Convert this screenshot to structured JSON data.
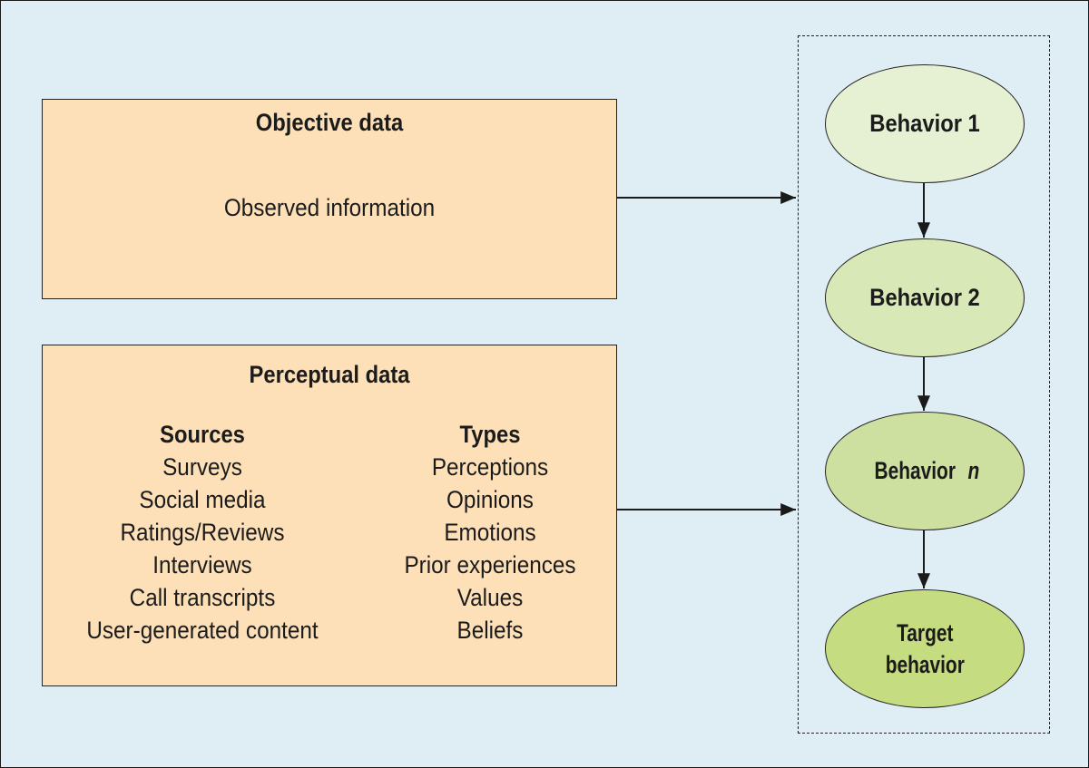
{
  "objective": {
    "title": "Objective data",
    "body": "Observed information"
  },
  "perceptual": {
    "title": "Perceptual data",
    "sources_header": "Sources",
    "sources": [
      "Surveys",
      "Social media",
      "Ratings/Reviews",
      "Interviews",
      "Call transcripts",
      "User-generated content"
    ],
    "types_header": "Types",
    "types": [
      "Perceptions",
      "Opinions",
      "Emotions",
      "Prior experiences",
      "Values",
      "Beliefs"
    ]
  },
  "behaviors": {
    "b1": "Behavior 1",
    "b2": "Behavior 2",
    "bn_prefix": "Behavior",
    "bn_italic": "n",
    "target_line1": "Target",
    "target_line2": "behavior"
  },
  "colors": {
    "background": "#dfedf5",
    "data_box": "#fde0b8",
    "behavior_1": "#e6f0d2",
    "behavior_2": "#d8e8b6",
    "behavior_n": "#cde0a0",
    "target_behavior": "#c5dc80"
  }
}
